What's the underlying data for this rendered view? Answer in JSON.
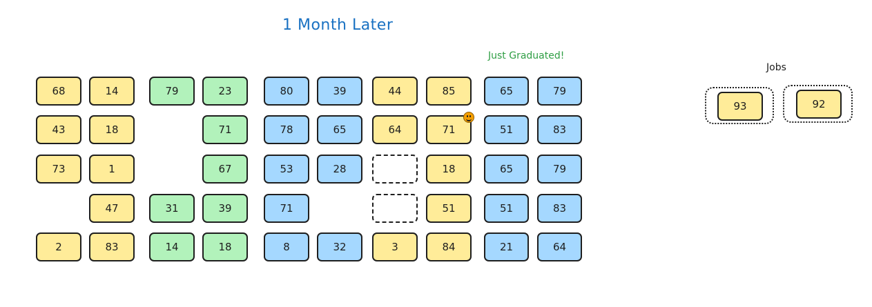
{
  "title": "1 Month Later",
  "graduated_label": "Just Graduated!",
  "jobs_label": "Jobs",
  "columns": [
    {
      "color": "yellow",
      "cells": [
        "68",
        "43",
        "73",
        null,
        "2"
      ]
    },
    {
      "color": "yellow",
      "cells": [
        "14",
        "18",
        "1",
        "47",
        "83"
      ]
    },
    {
      "color": "green",
      "cells": [
        "79",
        null,
        null,
        "31",
        "14"
      ]
    },
    {
      "color": "green",
      "cells": [
        "23",
        "71",
        "67",
        "39",
        "18"
      ]
    },
    {
      "color": "blue",
      "cells": [
        "80",
        "78",
        "53",
        "71",
        "8"
      ]
    },
    {
      "color": "blue",
      "cells": [
        "39",
        "65",
        "28",
        null,
        "32"
      ]
    },
    {
      "color": "yellow",
      "cells": [
        "44",
        "64",
        "",
        "",
        "3"
      ]
    },
    {
      "color": "yellow",
      "cells": [
        "85",
        "71",
        "18",
        "51",
        "84"
      ]
    },
    {
      "color": "blue",
      "cells": [
        "65",
        "51",
        "65",
        "51",
        "21"
      ]
    },
    {
      "color": "blue",
      "cells": [
        "79",
        "83",
        "79",
        "83",
        "64"
      ]
    }
  ],
  "jobs": [
    "93",
    "92"
  ],
  "smiley_icon": "smiley-face-icon"
}
